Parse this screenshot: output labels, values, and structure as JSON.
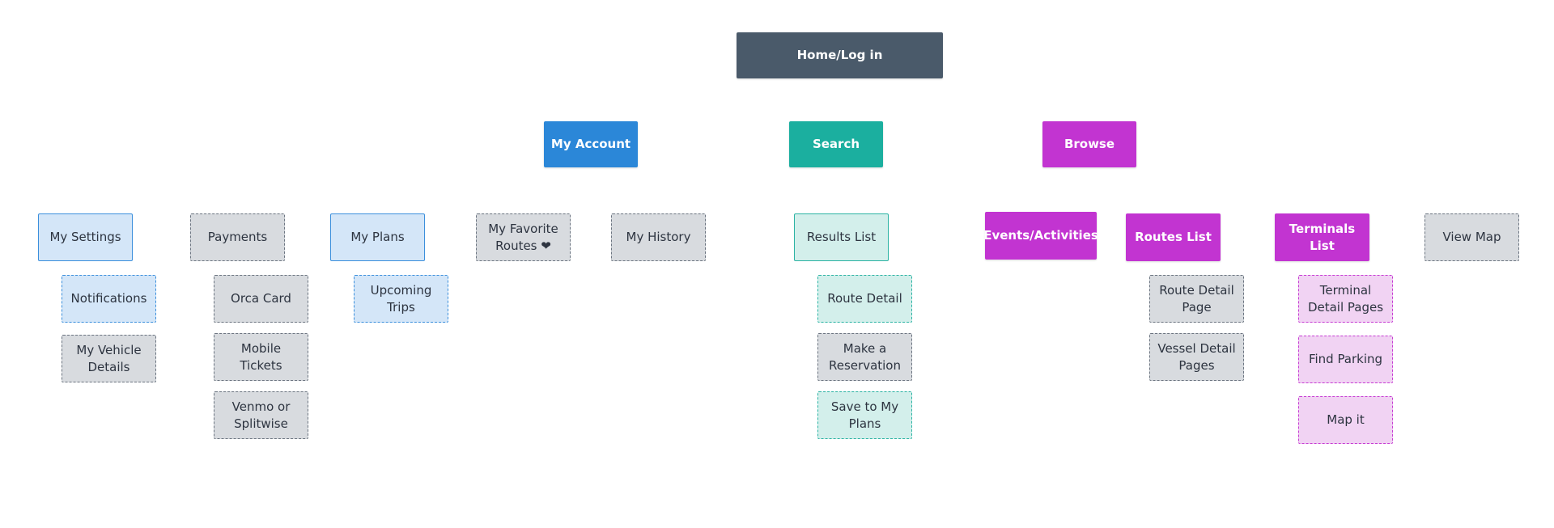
{
  "diagram": {
    "root": "Home/Log in",
    "sections": {
      "account": "My Account",
      "search": "Search",
      "browse": "Browse"
    },
    "account_items": {
      "settings": "My Settings",
      "notifications": "Notifications",
      "vehicle": "My Vehicle\nDetails",
      "payments": "Payments",
      "orca": "Orca Card",
      "mobile_tickets": "Mobile Tickets",
      "venmo": "Venmo or\nSplitwise",
      "plans": "My Plans",
      "upcoming": "Upcoming\nTrips",
      "favorites": "My Favorite\nRoutes ❤",
      "history": "My History"
    },
    "search_items": {
      "results": "Results List",
      "route_detail": "Route Detail",
      "reservation": "Make a\nReservation",
      "save_plans": "Save to My\nPlans"
    },
    "browse_items": {
      "events": "Events/Activities",
      "routes_list": "Routes List",
      "route_detail_page": "Route Detail\nPage",
      "vessel_detail": "Vessel Detail\nPages",
      "terminals_list": "Terminals List",
      "terminal_detail": "Terminal\nDetail Pages",
      "find_parking": "Find Parking",
      "map_it": "Map it",
      "view_map": "View Map"
    },
    "colors": {
      "root": "#4a5a6a",
      "account": "#2b87d8",
      "search": "#1baf9f",
      "browse": "#c234d1"
    }
  }
}
